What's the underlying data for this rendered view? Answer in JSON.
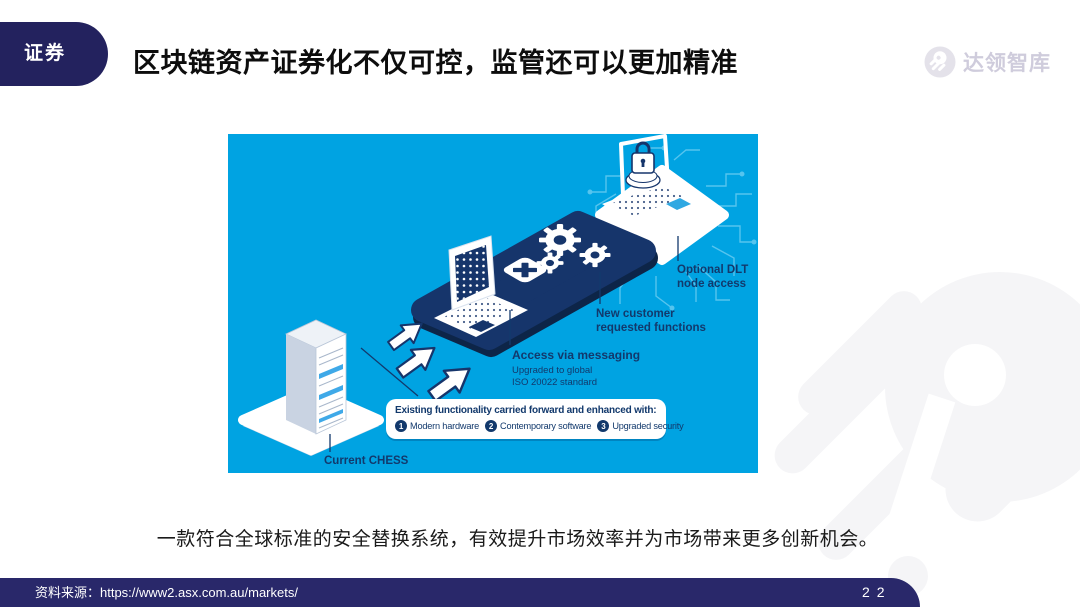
{
  "header": {
    "badge": "证券",
    "title": "区块链资产证券化不仅可控，监管还可以更加精准",
    "logo_text": "达领智库"
  },
  "diagram": {
    "current_chess_label": "Current CHESS",
    "access": {
      "title": "Access via messaging",
      "line1": "Upgraded to global",
      "line2": "ISO 20022 standard"
    },
    "new_customer": {
      "line1": "New customer",
      "line2": "requested functions"
    },
    "optional_dlt": {
      "line1": "Optional DLT",
      "line2": "node access"
    },
    "enhancement_box": {
      "title": "Existing functionality carried forward and enhanced with:",
      "items": [
        {
          "num": "1",
          "label": "Modern hardware"
        },
        {
          "num": "2",
          "label": "Contemporary software"
        },
        {
          "num": "3",
          "label": "Upgraded security"
        }
      ]
    }
  },
  "caption": "一款符合全球标准的安全替换系统，有效提升市场效率并为市场带来更多创新机会。",
  "footer": {
    "source": "资料来源：https://www2.asx.com.au/markets/",
    "page": "22"
  },
  "colors": {
    "slide_navy": "#29286A",
    "badge_navy": "#23225E",
    "diagram_background": "#00A3E2",
    "diagram_navy": "#16356B",
    "circuit_blue": "#66CAF1",
    "logo_gray": "#cfccdc"
  }
}
